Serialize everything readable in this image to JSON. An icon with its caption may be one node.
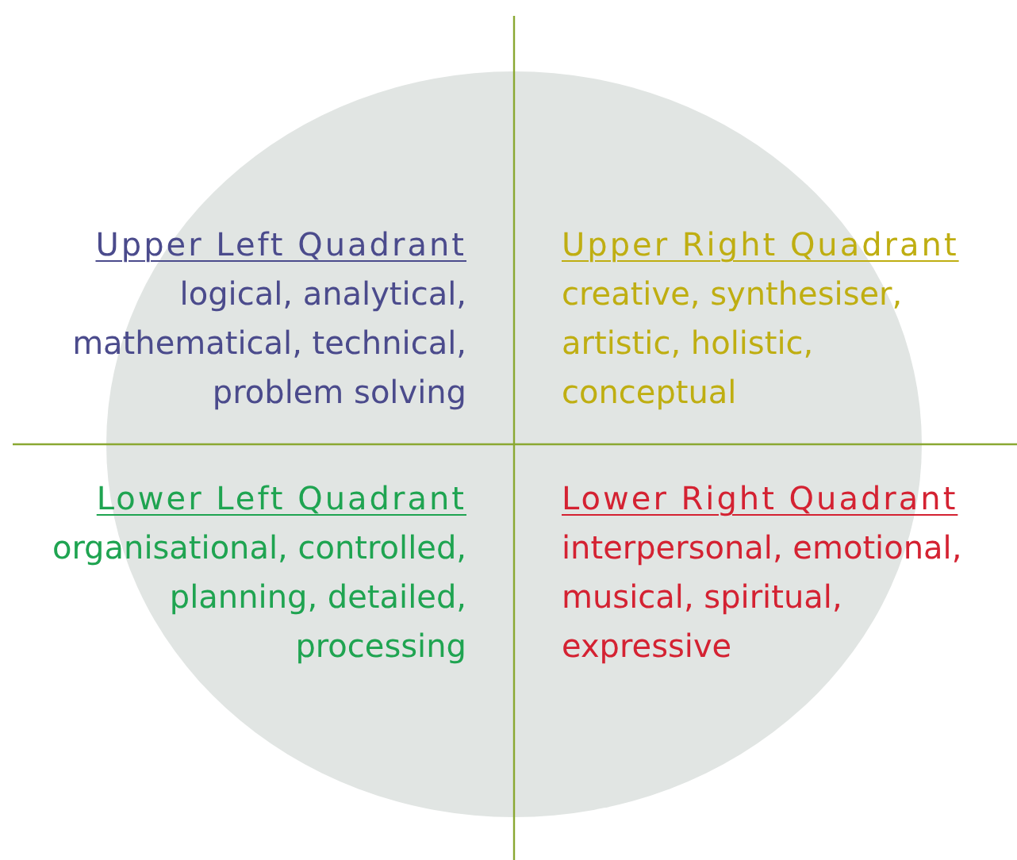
{
  "diagram": {
    "labels": [
      "Upper Left Quadrant",
      "logical, analytical, mathematical, technical, problem solving",
      "Upper Right Quadrant",
      "creative, synthesiser, artistic, holistic, conceptual",
      "Lower Left Quadrant",
      "organisational, controlled, planning, detailed, processing",
      "Lower Right Quadrant",
      "interpersonal, emotional, musical, spiritual, expressive"
    ]
  }
}
